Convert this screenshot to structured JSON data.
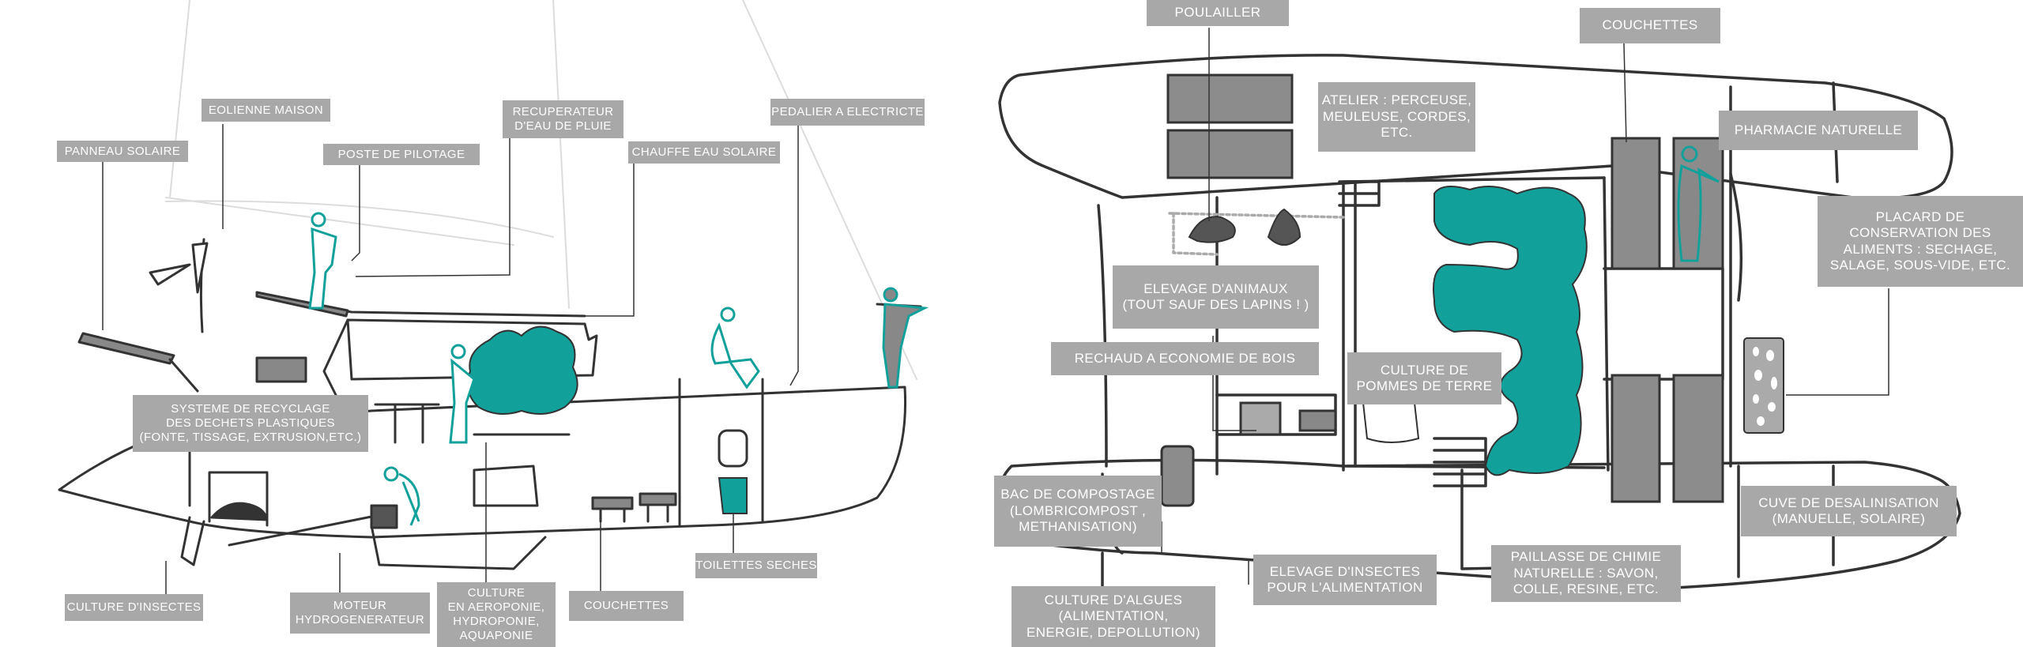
{
  "left_panel": {
    "labels": {
      "panneau_solaire": "PANNEAU SOLAIRE",
      "eolienne": "EOLIENNE MAISON",
      "poste_pilotage": "POSTE DE PILOTAGE",
      "recuperateur": "RECUPERATEUR\nD'EAU DE PLUIE",
      "chauffe_eau": "CHAUFFE EAU SOLAIRE",
      "pedalier": "PEDALIER A ELECTRICTE",
      "recyclage": "SYSTEME DE RECYCLAGE\nDES DECHETS PLASTIQUES\n(FONTE, TISSAGE, EXTRUSION,ETC.)",
      "toilettes": "TOILETTES SECHES",
      "culture_insectes": "CULTURE D'INSECTES",
      "moteur": "MOTEUR\nHYDROGENERATEUR",
      "culture_aero": "CULTURE\nEN AEROPONIE,\nHYDROPONIE,\nAQUAPONIE",
      "couchettes": "COUCHETTES"
    }
  },
  "right_panel": {
    "labels": {
      "poulailler": "POULAILLER",
      "couchettes": "COUCHETTES",
      "atelier": "ATELIER : PERCEUSE,\nMEULEUSE, CORDES,\nETC.",
      "pharmacie": "PHARMACIE NATURELLE",
      "placard": "PLACARD DE\nCONSERVATION DES\nALIMENTS : SECHAGE,\nSALAGE, SOUS-VIDE, ETC.",
      "elevage_animaux": "ELEVAGE D'ANIMAUX\n(TOUT SAUF DES LAPINS ! )",
      "rechaud": "RECHAUD A ECONOMIE DE BOIS",
      "pommes_de_terre": "CULTURE DE\nPOMMES DE TERRE",
      "compostage": "BAC DE COMPOSTAGE\n(LOMBRICOMPOST ,\nMETHANISATION)",
      "desalinisation": "CUVE DE DESALINISATION\n(MANUELLE, SOLAIRE)",
      "paillasse": "PAILLASSE DE CHIMIE\nNATURELLE : SAVON,\nCOLLE, RESINE, ETC.",
      "elevage_insectes": "ELEVAGE D'INSECTES\nPOUR L'ALIMENTATION",
      "algues": "CULTURE D'ALGUES\n(ALIMENTATION,\nENERGIE, DEPOLLUTION)"
    }
  },
  "colors": {
    "teal": "#12a09b",
    "label_bg": "#a8a8a8",
    "line": "#333333",
    "gray_fill": "#8c8c8c"
  }
}
